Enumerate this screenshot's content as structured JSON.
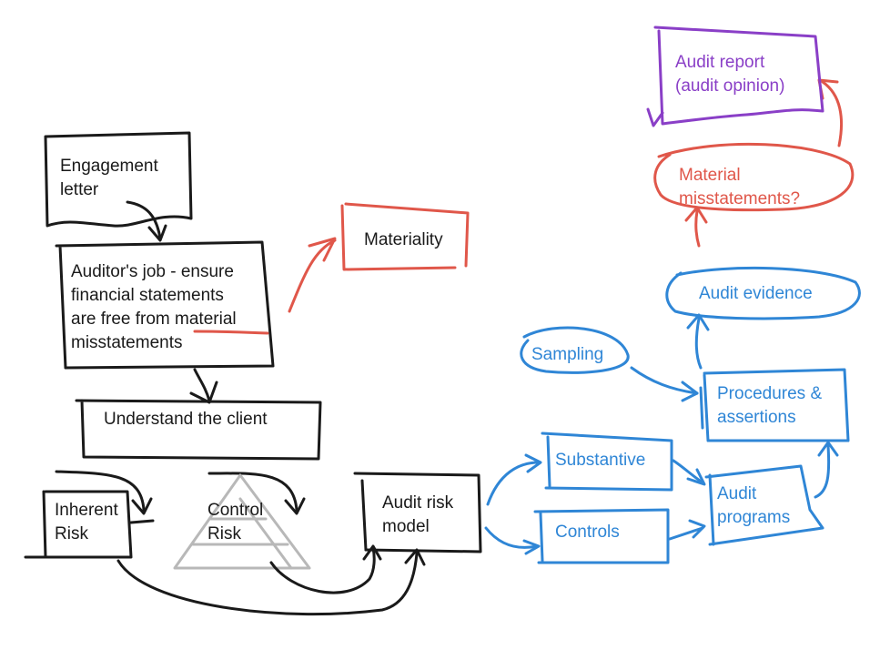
{
  "colors": {
    "black": "#1a1a1a",
    "blue": "#2f86d6",
    "red": "#e0574a",
    "purple": "#8a3fc7",
    "watermark": "#b8b8b8"
  },
  "nodes": {
    "engagement_letter": [
      "Engagement",
      "letter"
    ],
    "auditors_job": [
      "Auditor's job - ensure",
      "financial statements",
      "are free from material",
      "misstatements"
    ],
    "materiality": "Materiality",
    "understand_client": "Understand the client",
    "inherent_risk": [
      "Inherent",
      "Risk"
    ],
    "control_risk": [
      "Control",
      "Risk"
    ],
    "audit_risk_model": [
      "Audit risk",
      "model"
    ],
    "substantive": "Substantive",
    "controls": "Controls",
    "audit_programs": [
      "Audit",
      "programs"
    ],
    "procedures_assertions": [
      "Procedures &",
      "assertions"
    ],
    "sampling": "Sampling",
    "audit_evidence": "Audit evidence",
    "material_misstatements": [
      "Material",
      "misstatements?"
    ],
    "audit_report": [
      "Audit report",
      "(audit opinion)"
    ]
  },
  "watermark_icon": "triangle-logo-icon"
}
